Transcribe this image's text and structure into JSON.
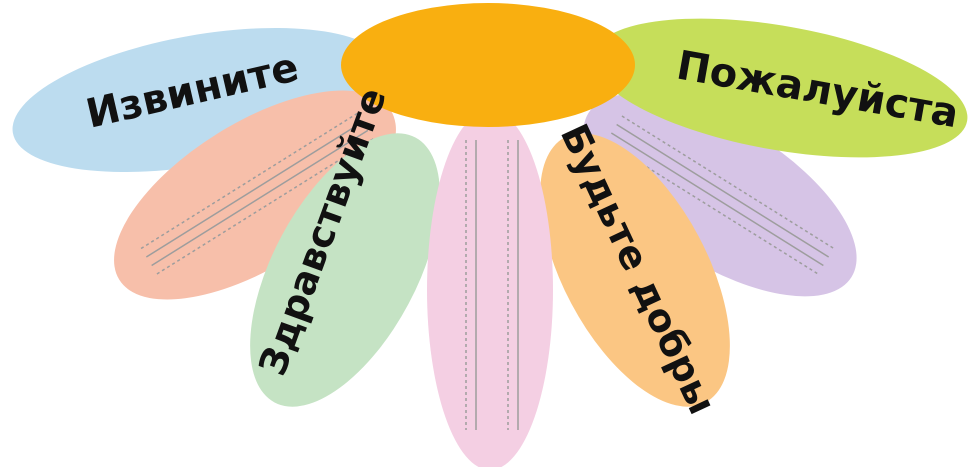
{
  "colors": {
    "center": "#f9af10",
    "blue": "#bcdcef",
    "peach": "#f7bfaa",
    "green": "#c5e3c4",
    "pink": "#f4cfe3",
    "orange": "#fbc683",
    "violet": "#d6c4e6",
    "lime": "#c6de5a",
    "dots": "#9d9d9d"
  },
  "petals": {
    "izvinite": "Извините",
    "zdravstvuyte": "Здравствуйте",
    "budte_dobry": "Будьте добры",
    "pozhaluysta": "Пожалуйста"
  }
}
